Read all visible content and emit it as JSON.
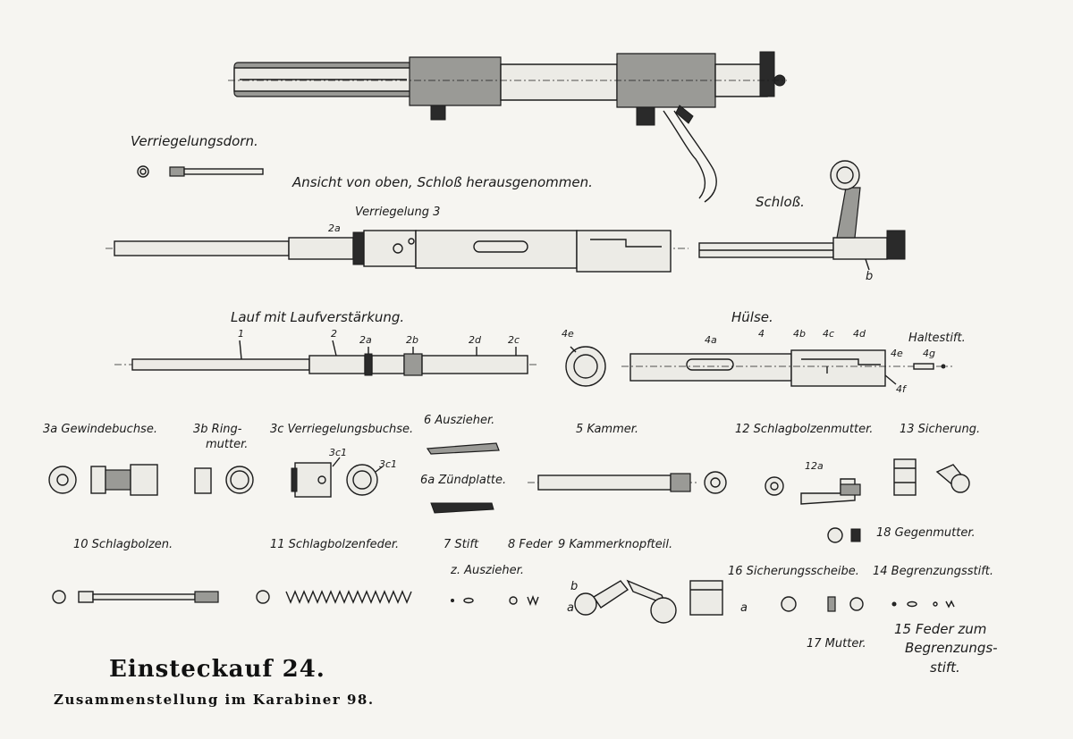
{
  "title": "Einsteckauf 24.",
  "subtitle": "Zusammenstellung im Karabiner 98.",
  "labels": {
    "verriegelungsdorn": "Verriegelungsdorn.",
    "ansicht": "Ansicht von oben, Schloß herausgenommen.",
    "verriegelung": "Verriegelung 3",
    "l2a_top": "2a",
    "schloss": "Schloß.",
    "b_schloss": "b",
    "lauf": "Lauf mit Laufverstärkung.",
    "n1": "1",
    "n2": "2",
    "n2a": "2a",
    "n2b": "2b",
    "n2d": "2d",
    "n2c": "2c",
    "huelse": "Hülse.",
    "n4e_left": "4e",
    "n4a": "4a",
    "n4": "4",
    "n4b": "4b",
    "n4c": "4c",
    "n4d": "4d",
    "n4e_right": "4e",
    "n4f": "4f",
    "n4g": "4g",
    "haltestift": "Haltestift.",
    "gewindebuchse": "3a Gewindebuchse.",
    "ringmutter1": "3b Ring-",
    "ringmutter2": "mutter.",
    "verriegelungsbuchse": "3c Verriegelungsbuchse.",
    "c1a": "3c1",
    "c1b": "3c1",
    "auszieher": "6 Auszieher.",
    "zuendplatte": "6a Zündplatte.",
    "kammer": "5 Kammer.",
    "schlagbolzenmutter": "12 Schlagbolzenmutter.",
    "n12a": "12a",
    "sicherung": "13 Sicherung.",
    "gegenmutter": "18 Gegenmutter.",
    "schlagbolzen": "10 Schlagbolzen.",
    "schlagbolzenfeder": "11 Schlagbolzenfeder.",
    "stift": "7 Stift",
    "z_auszieher": "z. Auszieher.",
    "feder": "8 Feder",
    "kammerknopfteil": "9 Kammerknopfteil.",
    "b_knopf": "b",
    "a_knopf": "a",
    "a_knopf2": "a",
    "sicherungsscheibe": "16 Sicherungsscheibe.",
    "begrenzungsstift": "14 Begrenzungsstift.",
    "mutter17": "17 Mutter.",
    "feder15_1": "15 Feder zum",
    "feder15_2": "Begrenzungs-",
    "feder15_3": "stift."
  }
}
